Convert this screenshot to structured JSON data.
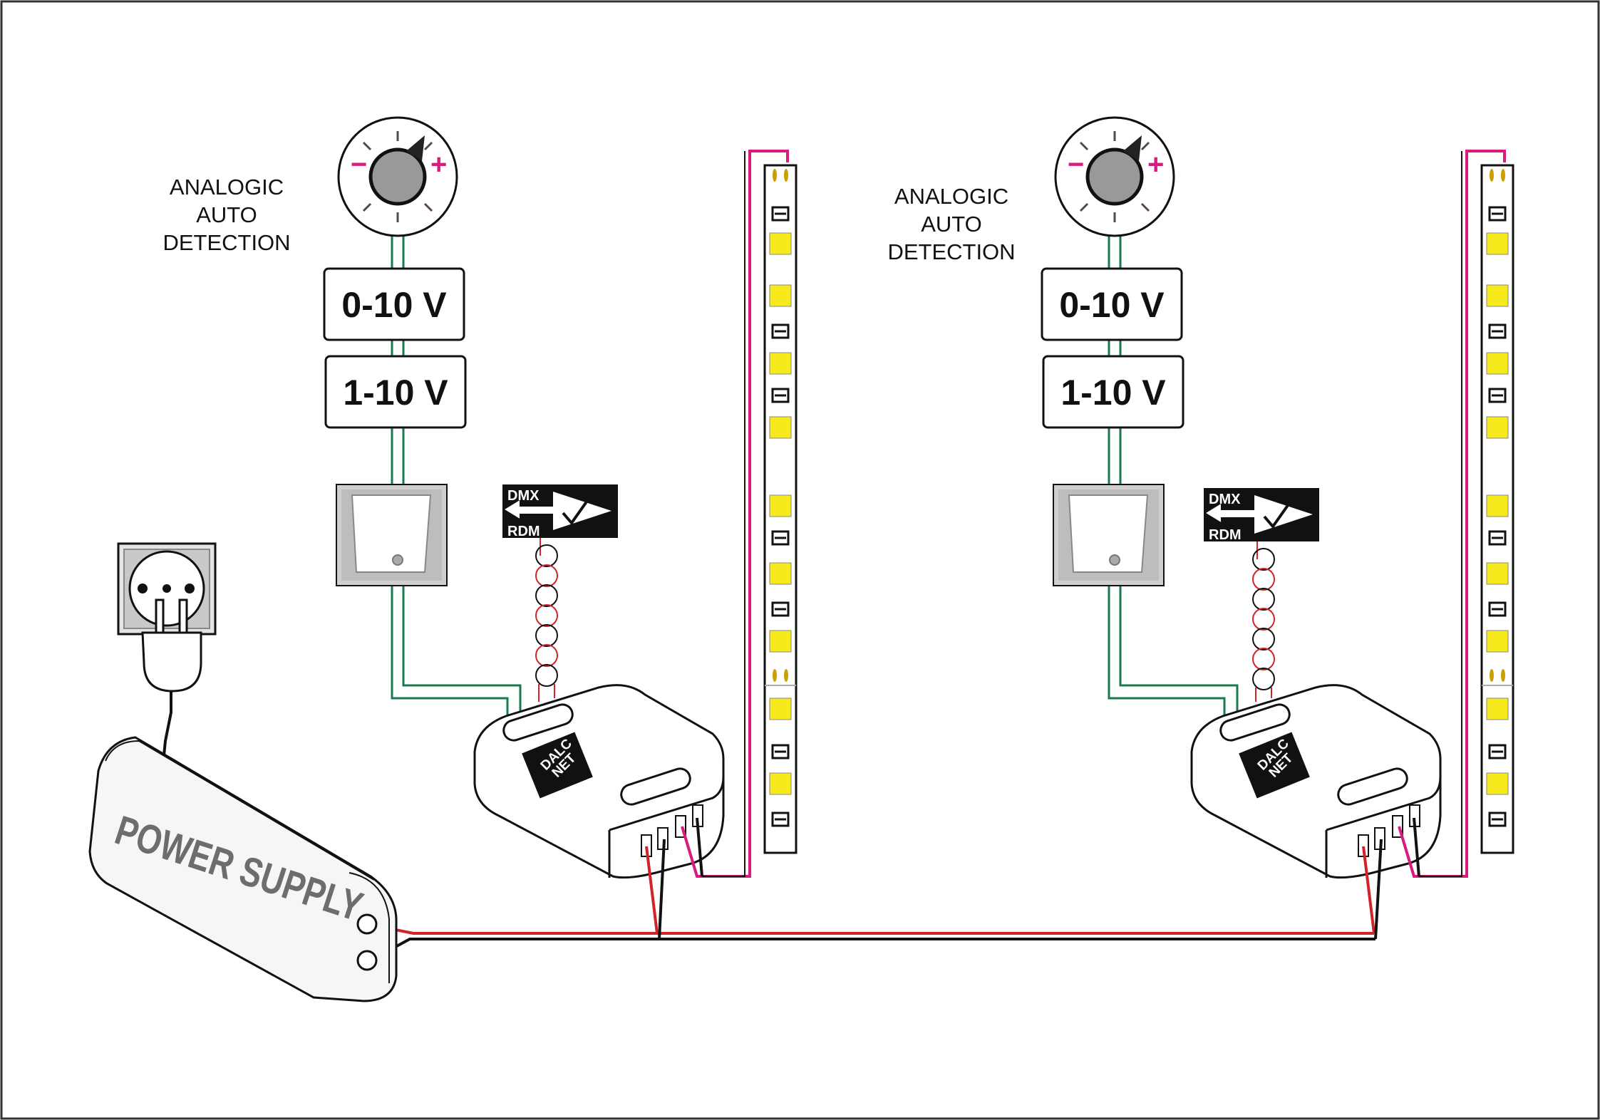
{
  "power_supply": {
    "label": "POWER SUPPLY"
  },
  "channels": [
    {
      "detection_label": [
        "ANALOGIC",
        "AUTO",
        "DETECTION"
      ],
      "dimmer_minus": "−",
      "dimmer_plus": "+",
      "signal_options": [
        "0-10 V",
        "1-10 V"
      ],
      "protocol_badge": {
        "top": "DMX",
        "bottom": "RDM"
      },
      "controller_logo": [
        "DALC",
        "NET"
      ]
    },
    {
      "detection_label": [
        "ANALOGIC",
        "AUTO",
        "DETECTION"
      ],
      "dimmer_minus": "−",
      "dimmer_plus": "+",
      "signal_options": [
        "0-10 V",
        "1-10 V"
      ],
      "protocol_badge": {
        "top": "DMX",
        "bottom": "RDM"
      },
      "controller_logo": [
        "DALC",
        "NET"
      ]
    }
  ],
  "colors": {
    "wire_signal": "#1a7a4e",
    "wire_positive": "#d0232a",
    "wire_negative": "#111111",
    "wire_led": "#d81b7c",
    "led_chip": "#f7ea1c",
    "polarity_marks": "#d81b7c"
  },
  "icons": [
    "wall-socket-icon",
    "plug-icon",
    "rotary-dimmer-icon",
    "rocker-switch-icon",
    "led-strip-icon"
  ]
}
